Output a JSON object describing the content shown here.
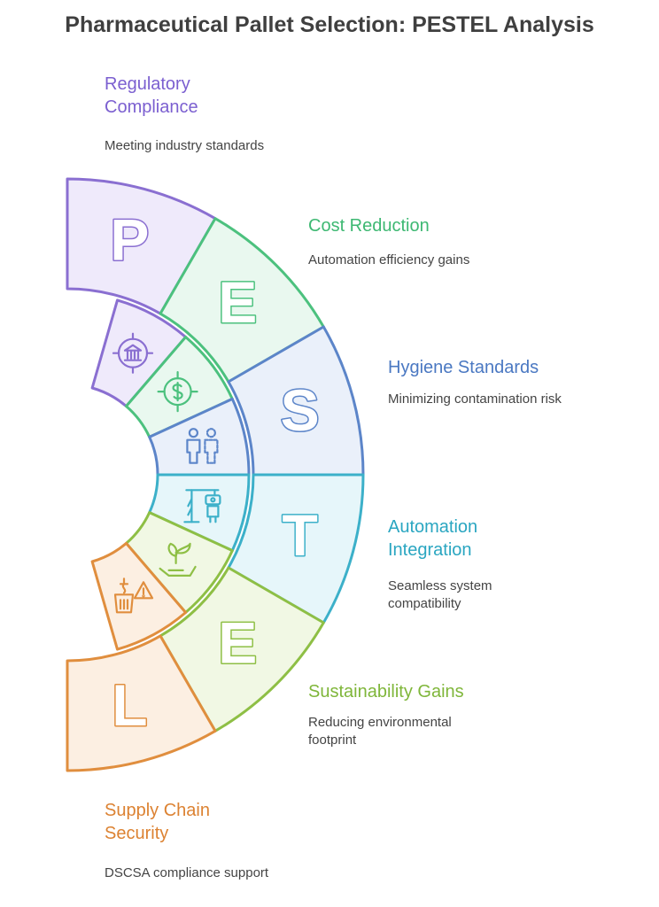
{
  "title": "Pharmaceutical Pallet Selection: PESTEL Analysis",
  "segments": [
    {
      "letter": "P",
      "title": "Regulatory Compliance",
      "description": "Meeting industry standards",
      "icon": "bank-target-icon",
      "stroke": "#8a6fd1",
      "fill": "#efeafb",
      "text": "#7b5fd0"
    },
    {
      "letter": "E",
      "title": "Cost Reduction",
      "description": "Automation efficiency gains",
      "icon": "dollar-target-icon",
      "stroke": "#4cc17e",
      "fill": "#e9f8ef",
      "text": "#3db872"
    },
    {
      "letter": "S",
      "title": "Hygiene Standards",
      "description": "Minimizing contamination risk",
      "icon": "people-icon",
      "stroke": "#5c85c9",
      "fill": "#eaf0fa",
      "text": "#4a78c2"
    },
    {
      "letter": "T",
      "title": "Automation Integration",
      "description": "Seamless system compatibility",
      "icon": "robot-arm-icon",
      "stroke": "#3cb0c9",
      "fill": "#e6f6fa",
      "text": "#2aa6c1"
    },
    {
      "letter": "E",
      "title": "Sustainability Gains",
      "description": "Reducing environmental footprint",
      "icon": "plant-hand-icon",
      "stroke": "#8ebf45",
      "fill": "#f1f8e4",
      "text": "#7fb63a"
    },
    {
      "letter": "L",
      "title": "Supply Chain Security",
      "description": "DSCSA compliance support",
      "icon": "crane-warning-icon",
      "stroke": "#e08e3e",
      "fill": "#fcefe2",
      "text": "#dc8232"
    }
  ]
}
